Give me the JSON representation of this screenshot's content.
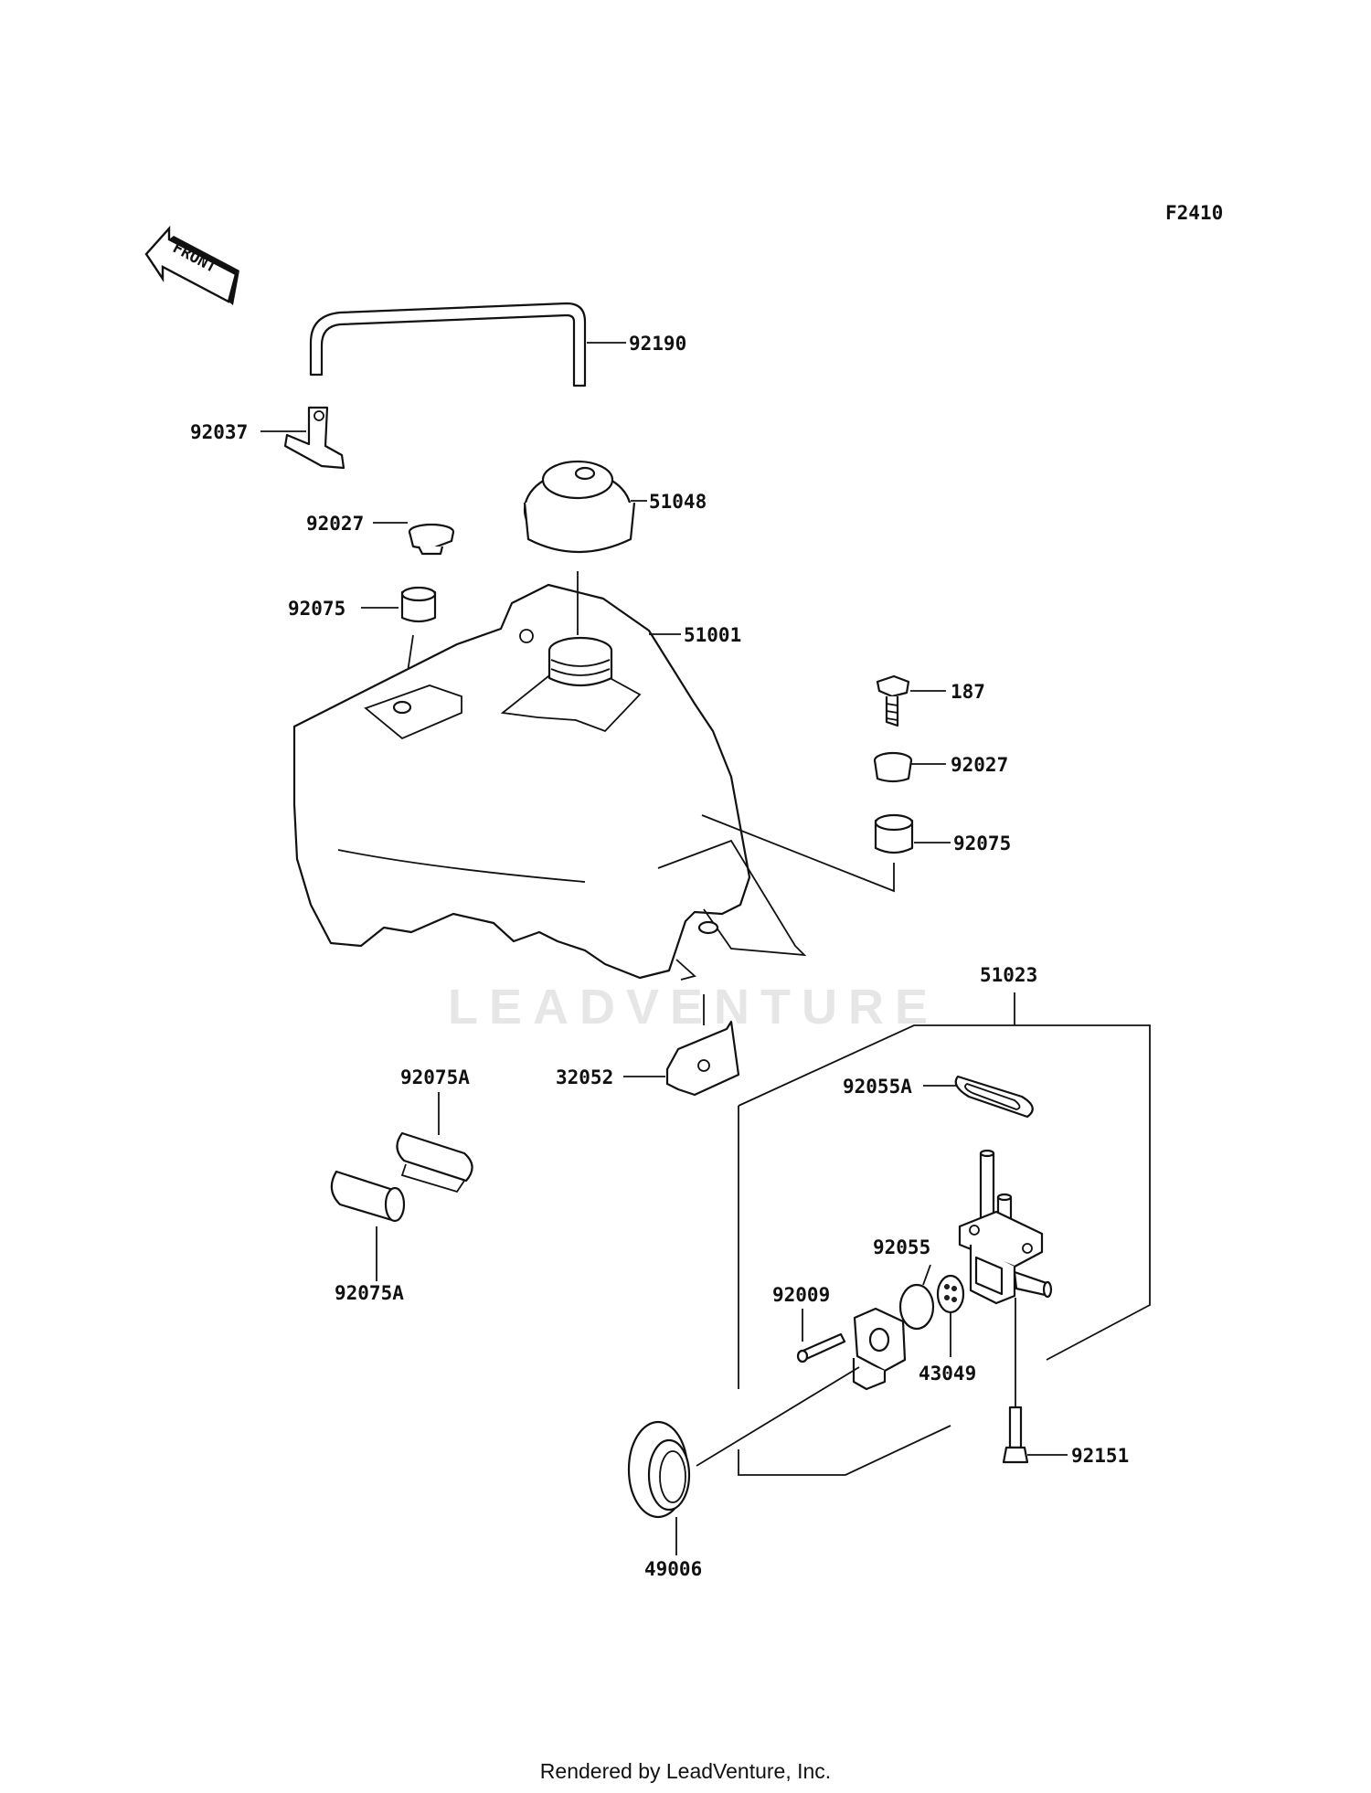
{
  "figure_code": "F2410",
  "front_label": "FRONT",
  "watermark": "LEADVENTURE",
  "footer": "Rendered by LeadVenture, Inc.",
  "callouts": {
    "p92190": "92190",
    "p92037": "92037",
    "p51048": "51048",
    "p92027_left": "92027",
    "p92075_left": "92075",
    "p51001": "51001",
    "p187": "187",
    "p92027_right": "92027",
    "p92075_right": "92075",
    "p51023": "51023",
    "p92075A_top": "92075A",
    "p32052": "32052",
    "p92055A": "92055A",
    "p92075A_bottom": "92075A",
    "p92055": "92055",
    "p92009": "92009",
    "p43049": "43049",
    "p92151": "92151",
    "p49006": "49006"
  }
}
